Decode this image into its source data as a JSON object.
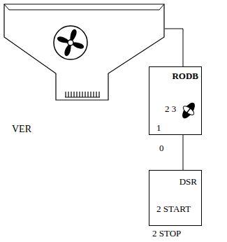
{
  "diagram": {
    "nodes": [
      {
        "text": [
          "VER"
        ]
      },
      {
        "text": [
          "RODB"
        ]
      },
      {
        "text": [
          "DSR",
          "2 START"
        ]
      }
    ],
    "edges": [
      {
        "from": 0,
        "to": 1,
        "arrow": "none"
      },
      {
        "from": 1,
        "to": 2,
        "arrow": "none"
      }
    ],
    "labels": [
      "2 3",
      "1",
      "0",
      "2 STOP"
    ]
  }
}
